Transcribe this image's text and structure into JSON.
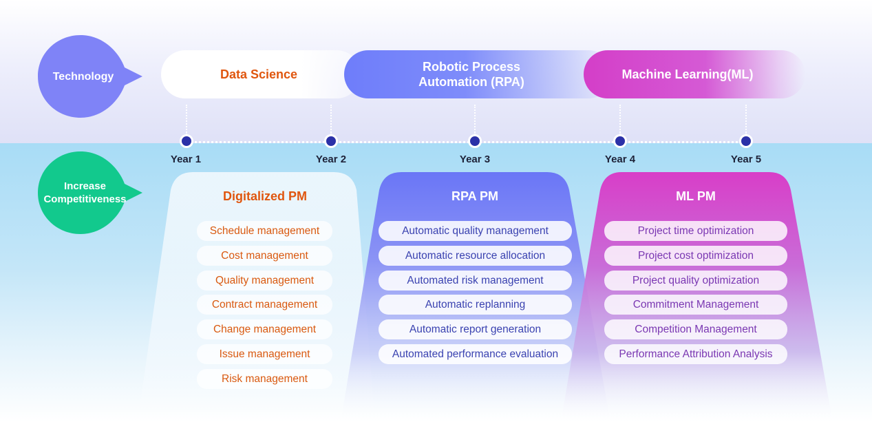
{
  "left_labels": {
    "technology": "Technology",
    "competitiveness_line1": "Increase",
    "competitiveness_line2": "Competitiveness"
  },
  "technologies": [
    {
      "label": "Data Science"
    },
    {
      "label_line1": "Robotic Process",
      "label_line2": "Automation (RPA)"
    },
    {
      "label": "Machine Learning(ML)"
    }
  ],
  "years": [
    "Year 1",
    "Year 2",
    "Year 3",
    "Year 4",
    "Year 5"
  ],
  "columns": {
    "digitalized": {
      "title": "Digitalized PM",
      "items": [
        "Schedule management",
        "Cost management",
        "Quality management",
        "Contract management",
        "Change management",
        "Issue management",
        "Risk management"
      ]
    },
    "rpa": {
      "title": "RPA PM",
      "items": [
        "Automatic quality management",
        "Automatic resource allocation",
        "Automated risk management",
        "Automatic replanning",
        "Automatic report generation",
        "Automated performance evaluation"
      ]
    },
    "ml": {
      "title": "ML PM",
      "items": [
        "Project time optimization",
        "Project cost optimization",
        "Project quality optimization",
        "Commitment Management",
        "Competition Management",
        "Performance Attribution Analysis"
      ]
    }
  },
  "colors": {
    "technology_bubble": "#7f83f7",
    "competitiveness_bubble": "#12c98d",
    "data_science_text": "#e0560e",
    "rpa_blue": "#6e7dfa",
    "ml_magenta": "#d43ec8",
    "timeline_dot": "#2b31a8"
  }
}
